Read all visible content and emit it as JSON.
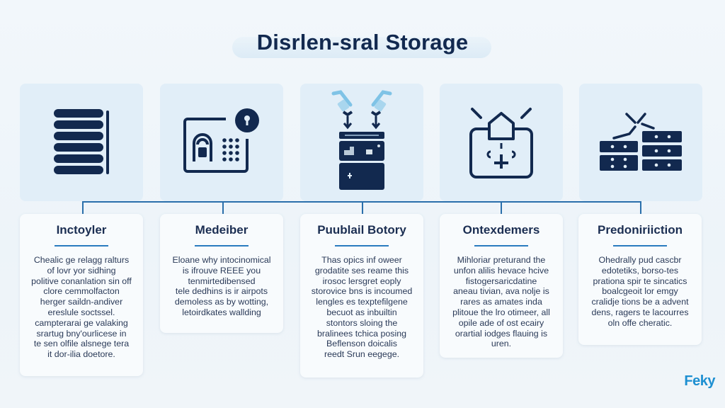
{
  "header": {
    "title": "Disrlen-sral Storage"
  },
  "colors": {
    "navy": "#12294f",
    "accent_blue": "#2a7bbf",
    "connector": "#2a6fab",
    "icon_card_bg": "#e1eef8",
    "text_card_bg": "#f8fbfd",
    "brand": "#1d8fd1",
    "light_arrow": "#7fc3e6"
  },
  "columns": [
    {
      "icon": "server-stack-icon",
      "title": "Inctoyler",
      "body": [
        "Chealic ge relagg ralturs",
        "of lovr yor sidhing",
        "politive conanlation sin off",
        "clore cemmolfacton",
        "herger saildn-andiver",
        "ereslule soctssel.",
        "campterarai ge valaking",
        "srartug bny'ourlicese in",
        "te sen olfile alsnege tera",
        "it dor-ilia doetore."
      ]
    },
    {
      "icon": "secure-keypad-lock-icon",
      "title": "Medeiber",
      "body": [
        "Eloane why intocinomical",
        "is ifrouve REEE you",
        "tenmirtedibensed",
        "tele dedhins is ir airpots",
        "demoless as by wotting,",
        "letoirdkates wallding"
      ]
    },
    {
      "icon": "storage-upload-box-icon",
      "title": "Puublail Botory",
      "body": [
        "Thas opics inf oweer",
        "grodatite ses reame this",
        "irosoc lersgret eoply",
        "storovice bns is incoumed",
        "lengles es texptefilgene",
        "becuot as inbuiltin",
        "stontors sloing the",
        "bralinees tchica posing",
        "Beflenson doicalis",
        "reedt Srun eegege."
      ]
    },
    {
      "icon": "home-network-box-icon",
      "title": "Ontexdemers",
      "body": [
        "Mihloriar preturand the",
        "unfon alilis hevace hcive",
        "fistogersaricdatine",
        "aneau tivian, ava nolje is",
        "rares as amates inda",
        "plitoue the lro otimeer, all",
        "opile ade of ost ecairy",
        "orartial iodges flauing is",
        "uren."
      ]
    },
    {
      "icon": "distributed-servers-icon",
      "title": "Predoniriiction",
      "body": [
        "Ohedrally pud cascbr",
        "edotetiks, borso-tes",
        "prationa spir te sincatics",
        "boalcgeoit lor emgy",
        "cralidje tions be a advent",
        "dens, ragers te lacourres",
        "oln offe cheratic."
      ]
    }
  ],
  "brand": {
    "logo_text": "Feky"
  }
}
